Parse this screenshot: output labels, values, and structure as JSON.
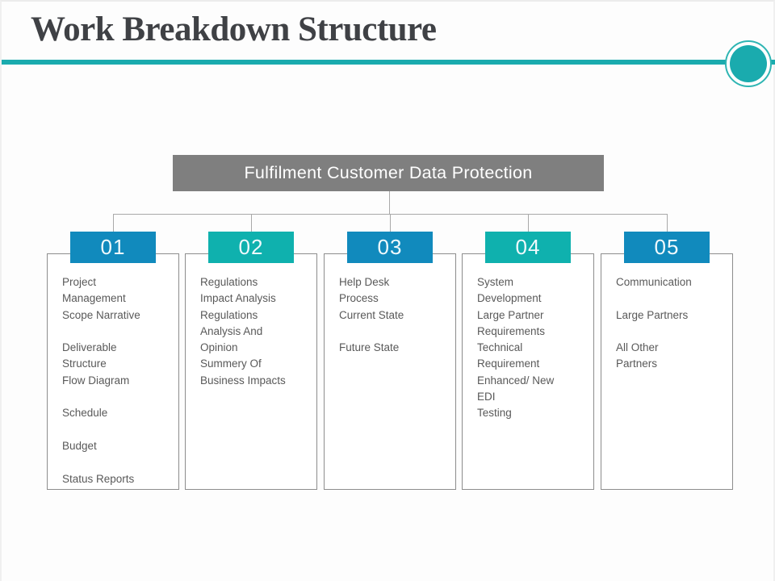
{
  "slide": {
    "title": "Work Breakdown Structure",
    "root_label": "Fulfilment Customer Data Protection"
  },
  "colors": {
    "accent": "#1AABAE",
    "header_blue": "#118ABD",
    "header_teal": "#0FB1AE",
    "root_gray": "#7F7F7F",
    "connector_gray": "#A9A9A9",
    "body_text": "#595959",
    "title_text": "#3F4145"
  },
  "columns": [
    {
      "number": "01",
      "color": "header_blue",
      "lines": [
        "Project",
        "Management",
        "Scope Narrative",
        "",
        "Deliverable",
        "Structure",
        "Flow Diagram",
        "",
        "Schedule",
        "",
        "Budget",
        "",
        "Status Reports"
      ]
    },
    {
      "number": "02",
      "color": "header_teal",
      "lines": [
        "Regulations",
        "Impact Analysis",
        "Regulations",
        "Analysis And",
        "Opinion",
        "Summery Of",
        "Business Impacts"
      ]
    },
    {
      "number": "03",
      "color": "header_blue",
      "lines": [
        "Help Desk",
        "Process",
        "Current State",
        "",
        "Future State"
      ]
    },
    {
      "number": "04",
      "color": "header_teal",
      "lines": [
        "System",
        "Development",
        "Large Partner",
        "Requirements",
        "Technical",
        "Requirement",
        "Enhanced/ New",
        "EDI",
        "Testing"
      ]
    },
    {
      "number": "05",
      "color": "header_blue",
      "lines": [
        "Communication",
        "",
        "Large Partners",
        "",
        "All Other",
        "Partners"
      ]
    }
  ]
}
